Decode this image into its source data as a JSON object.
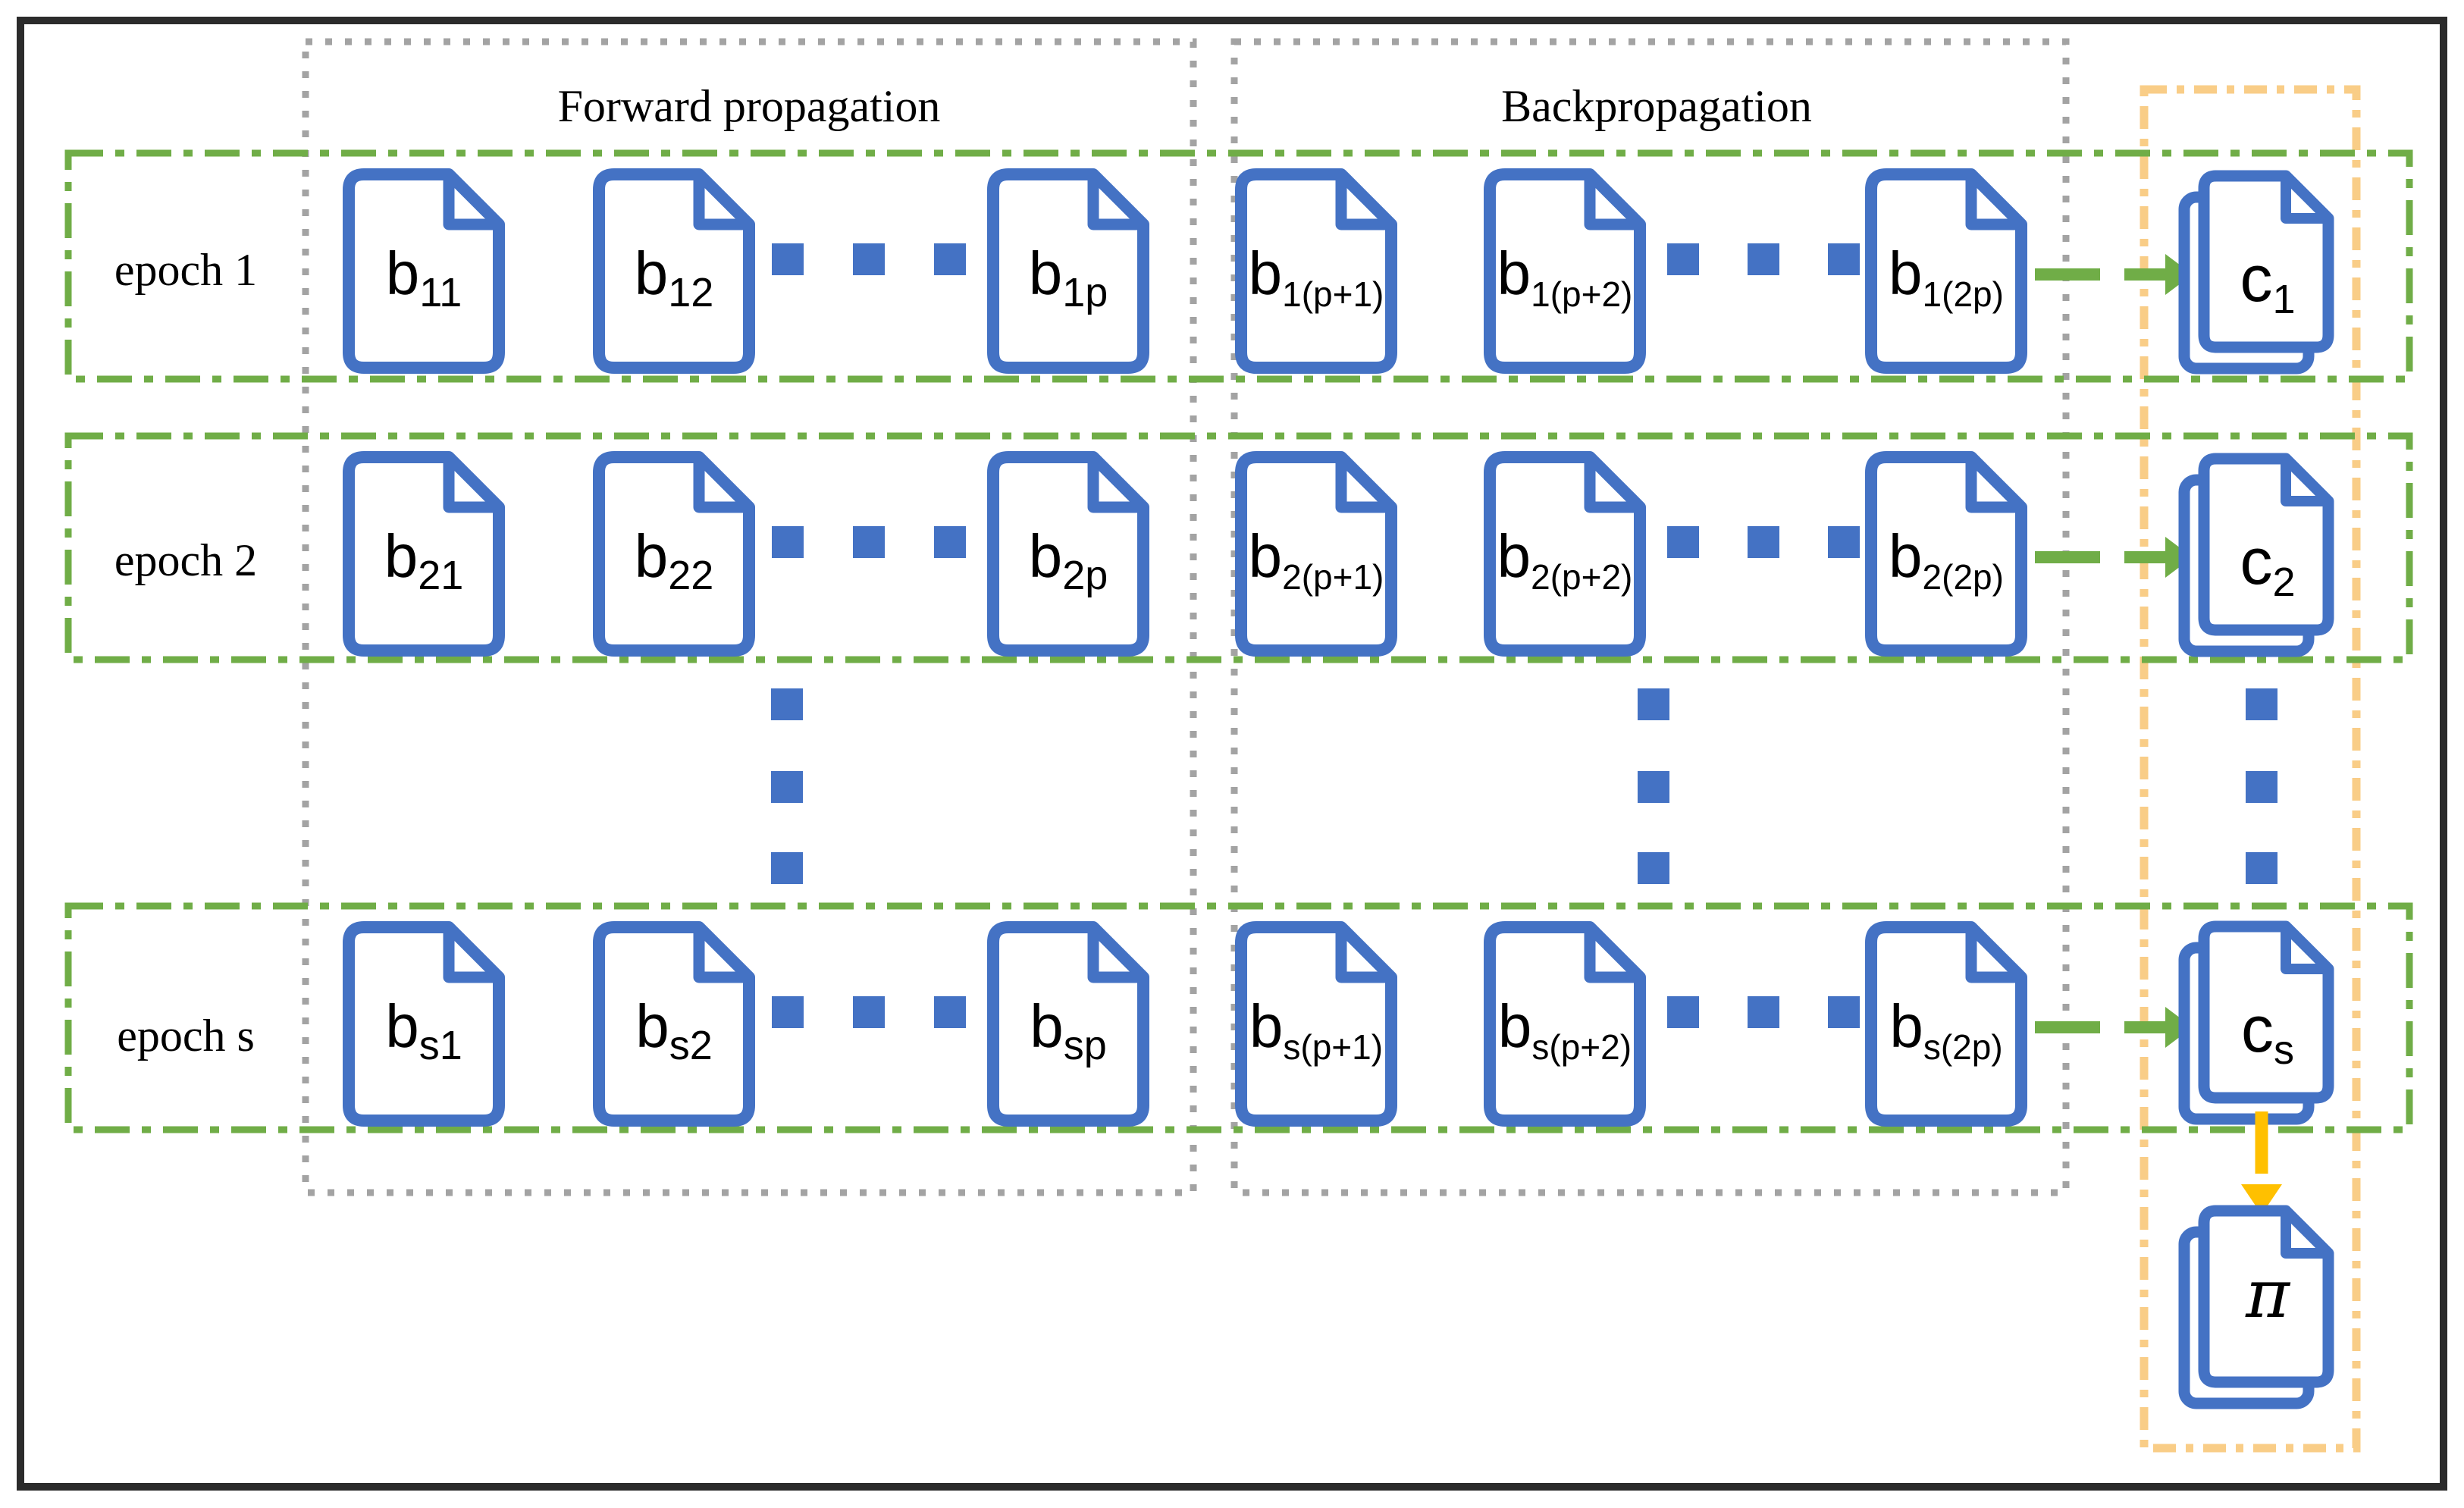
{
  "diagram": {
    "forward_section_title": "Forward propagation",
    "backprop_section_title": "Backpropagation",
    "rows": [
      {
        "epoch_label": "epoch 1",
        "forward_docs": [
          {
            "main": "b",
            "sub": "11"
          },
          {
            "main": "b",
            "sub": "12"
          },
          {
            "main": "b",
            "sub": "1p"
          }
        ],
        "backprop_docs": [
          {
            "main": "b",
            "sub": "1(p+1)"
          },
          {
            "main": "b",
            "sub": "1(p+2)"
          },
          {
            "main": "b",
            "sub": "1(2p)"
          }
        ],
        "result_doc": {
          "main": "c",
          "sub": "1"
        }
      },
      {
        "epoch_label": "epoch 2",
        "forward_docs": [
          {
            "main": "b",
            "sub": "21"
          },
          {
            "main": "b",
            "sub": "22"
          },
          {
            "main": "b",
            "sub": "2p"
          }
        ],
        "backprop_docs": [
          {
            "main": "b",
            "sub": "2(p+1)"
          },
          {
            "main": "b",
            "sub": "2(p+2)"
          },
          {
            "main": "b",
            "sub": "2(2p)"
          }
        ],
        "result_doc": {
          "main": "c",
          "sub": "2"
        }
      },
      {
        "epoch_label": "epoch s",
        "forward_docs": [
          {
            "main": "b",
            "sub": "s1"
          },
          {
            "main": "b",
            "sub": "s2"
          },
          {
            "main": "b",
            "sub": "sp"
          }
        ],
        "backprop_docs": [
          {
            "main": "b",
            "sub": "s(p+1)"
          },
          {
            "main": "b",
            "sub": "s(p+2)"
          },
          {
            "main": "b",
            "sub": "s(2p)"
          }
        ],
        "result_doc": {
          "main": "c",
          "sub": "s"
        }
      }
    ],
    "final_doc": {
      "main": "π",
      "sub": ""
    },
    "colors": {
      "doc_blue": "#4472C4",
      "epoch_green": "#70AD47",
      "gray_dotted": "#A3A3A3",
      "gold_arrow": "#FFC000",
      "pale_gold_box": "#F9CD87",
      "frame_black": "#2B2B2B",
      "text_black": "#000000"
    }
  }
}
